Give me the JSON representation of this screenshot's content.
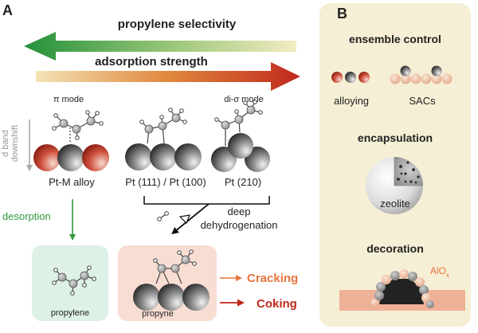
{
  "panel_a": {
    "letter": "A",
    "selectivity_label": "propylene selectivity",
    "adsorption_label": "adsorption strength",
    "pi_mode": "π mode",
    "di_sigma_mode": "di-σ mode",
    "d_band_line1": "d band",
    "d_band_line2": "downshift",
    "alloy_label": "Pt-M alloy",
    "pt_mixed_label": "Pt (111) / Pt (100)",
    "pt210_label": "Pt (210)",
    "desorption_label": "desorption",
    "deep_line1": "deep",
    "deep_line2": "dehydrogenation",
    "propylene_label": "propylene",
    "propyne_label": "propyne",
    "cracking_label": "Cracking",
    "coking_label": "Coking"
  },
  "panel_b": {
    "letter": "B",
    "ensemble_title": "ensemble control",
    "alloying_label": "alloying",
    "sacs_label": "SACs",
    "encapsulation_title": "encapsulation",
    "zeolite_label": "zeolite",
    "decoration_title": "decoration",
    "alox_main": "AlO",
    "alox_sub": "x"
  },
  "colors": {
    "green": "#2e9a3a",
    "dark_red": "#c0281c",
    "orange": "#e8743c",
    "panel_b_bg": "#f5efd5",
    "propylene_box": "#ddf1e6",
    "propyne_box": "#f8ddd2"
  }
}
